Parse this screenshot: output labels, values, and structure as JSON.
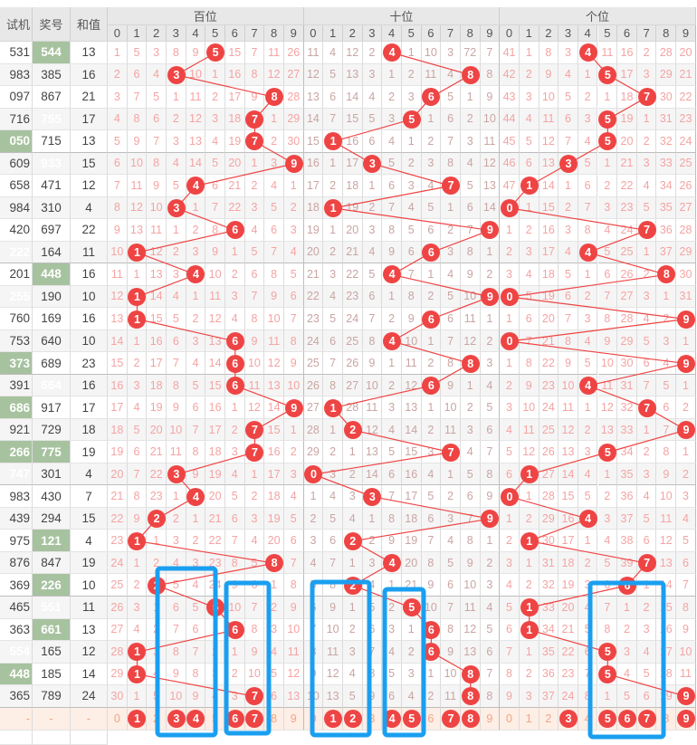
{
  "header": {
    "trial": "试机",
    "draw": "奖号",
    "sum": "和值",
    "zones": [
      "百位",
      "十位",
      "个位"
    ],
    "digits": [
      "0",
      "1",
      "2",
      "3",
      "4",
      "5",
      "6",
      "7",
      "8",
      "9"
    ]
  },
  "rows": [
    {
      "trial": "531",
      "draw": "544",
      "sum": "13",
      "draw_hl": "green"
    },
    {
      "trial": "983",
      "draw": "385",
      "sum": "16"
    },
    {
      "trial": "097",
      "draw": "867",
      "sum": "21"
    },
    {
      "trial": "716",
      "draw": "755",
      "sum": "17",
      "draw_hl": "green"
    },
    {
      "trial": "050",
      "draw": "715",
      "sum": "13",
      "trial_hl": "green"
    },
    {
      "trial": "609",
      "draw": "933",
      "sum": "15",
      "draw_hl": "green"
    },
    {
      "trial": "658",
      "draw": "471",
      "sum": "12"
    },
    {
      "trial": "984",
      "draw": "310",
      "sum": "4"
    },
    {
      "trial": "420",
      "draw": "697",
      "sum": "22"
    },
    {
      "trial": "222",
      "draw": "164",
      "sum": "11",
      "trial_hl": "dark"
    },
    {
      "trial": "201",
      "draw": "448",
      "sum": "16",
      "draw_hl": "green"
    },
    {
      "trial": "255",
      "draw": "190",
      "sum": "10",
      "trial_hl": "green"
    },
    {
      "trial": "760",
      "draw": "169",
      "sum": "16"
    },
    {
      "trial": "753",
      "draw": "640",
      "sum": "10"
    },
    {
      "trial": "373",
      "draw": "689",
      "sum": "23",
      "trial_hl": "green"
    },
    {
      "trial": "391",
      "draw": "664",
      "sum": "16",
      "draw_hl": "green"
    },
    {
      "trial": "686",
      "draw": "917",
      "sum": "17",
      "trial_hl": "green"
    },
    {
      "trial": "921",
      "draw": "729",
      "sum": "18"
    },
    {
      "trial": "266",
      "draw": "775",
      "sum": "19",
      "trial_hl": "green",
      "draw_hl": "green"
    },
    {
      "trial": "747",
      "draw": "301",
      "sum": "4",
      "trial_hl": "green"
    },
    {
      "trial": "983",
      "draw": "430",
      "sum": "7"
    },
    {
      "trial": "439",
      "draw": "294",
      "sum": "15"
    },
    {
      "trial": "975",
      "draw": "121",
      "sum": "4",
      "draw_hl": "green"
    },
    {
      "trial": "876",
      "draw": "847",
      "sum": "19"
    },
    {
      "trial": "369",
      "draw": "226",
      "sum": "10",
      "draw_hl": "green"
    },
    {
      "trial": "465",
      "draw": "551",
      "sum": "11",
      "draw_hl": "green"
    },
    {
      "trial": "363",
      "draw": "661",
      "sum": "13",
      "draw_hl": "green"
    },
    {
      "trial": "554",
      "draw": "165",
      "sum": "12",
      "trial_hl": "green"
    },
    {
      "trial": "448",
      "draw": "185",
      "sum": "14",
      "trial_hl": "green"
    },
    {
      "trial": "365",
      "draw": "789",
      "sum": "24"
    }
  ],
  "first_row_omission": [
    [
      1,
      5,
      3,
      8,
      9,
      null,
      15,
      7,
      11,
      26
    ],
    [
      11,
      4,
      12,
      2,
      null,
      1,
      10,
      3,
      72,
      7
    ],
    [
      41,
      1,
      8,
      3,
      null,
      11,
      16,
      2,
      28,
      20
    ]
  ],
  "footer": {
    "placeholders": [
      "-",
      "-",
      "-"
    ],
    "highlighted_digits": [
      [
        1,
        3,
        4,
        6,
        7
      ],
      [
        1,
        2,
        4,
        5,
        7,
        8
      ],
      [
        3,
        5,
        6,
        7,
        9
      ]
    ]
  },
  "colors": {
    "ball": "#ef4444",
    "pair_highlight": "#a7c29f",
    "triple_highlight": "#3c3c3c",
    "omission": "#f5a3a3",
    "omission_tens": "#c9a5a3",
    "annotation_box": "#1a9ff0"
  }
}
